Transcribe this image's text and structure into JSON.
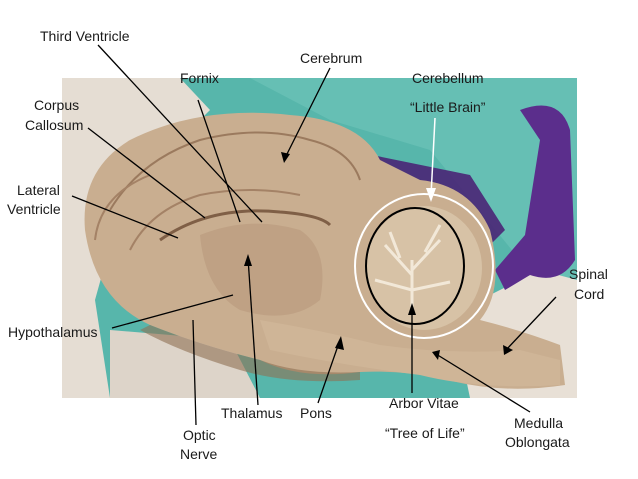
{
  "labels": {
    "third_ventricle": "Third Ventricle",
    "cerebrum": "Cerebrum",
    "fornix": "Fornix",
    "cerebellum": "Cerebellum",
    "little_brain": "“Little Brain”",
    "corpus": "Corpus",
    "callosum": "Callosum",
    "lateral": "Lateral",
    "ventricle": "Ventricle",
    "spinal": "Spinal",
    "cord": "Cord",
    "hypothalamus": "Hypothalamus",
    "thalamus": "Thalamus",
    "pons": "Pons",
    "arbor_vitae": "Arbor Vitae",
    "tree_of_life": "“Tree of Life”",
    "optic": "Optic",
    "nerve": "Nerve",
    "medulla": "Medulla",
    "oblongata": "Oblongata"
  },
  "colors": {
    "background": "#ffffff",
    "photo_teal": "#4fb0a6",
    "tissue": "#c7ab8d",
    "tissue_dark": "#8c6a4f",
    "scissors": "#5a2d8a",
    "glove": "#e4dcd2",
    "pointer": "#000000",
    "circle_outer": "#ffffff",
    "circle_inner": "#000000"
  }
}
